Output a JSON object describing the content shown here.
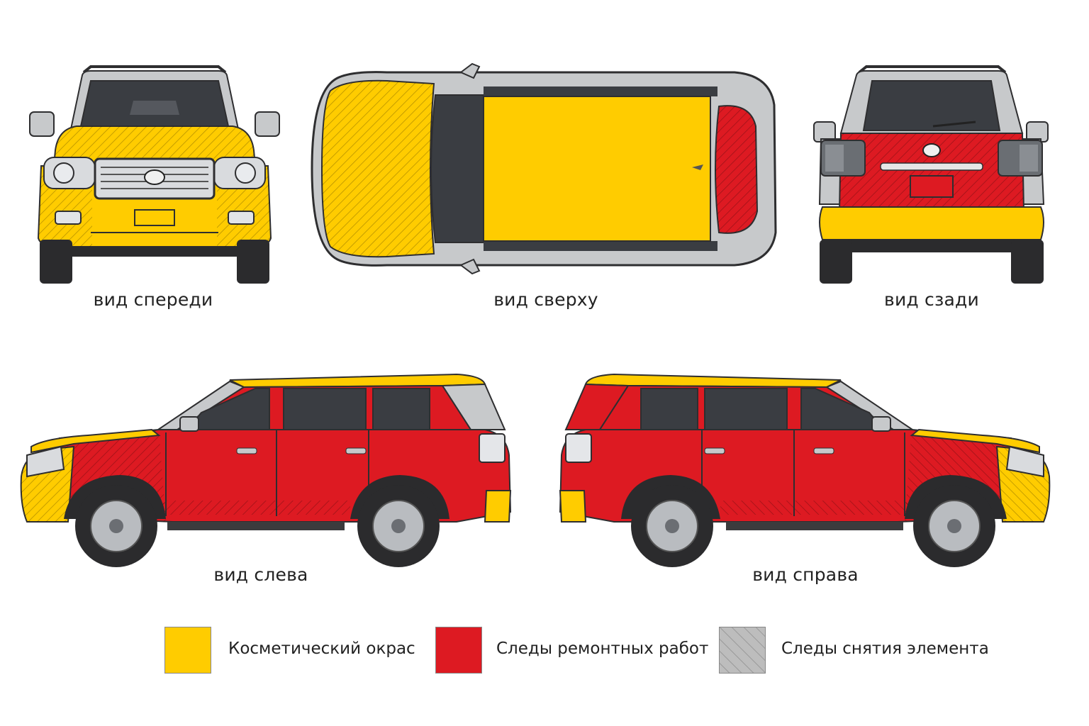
{
  "colors": {
    "cosmetic": "#FFCC00",
    "repair": "#DD1A22",
    "removed": "#BDBDBD",
    "body_silver": "#C7C9CB",
    "glass": "#3A3D42",
    "tire": "#2B2B2D",
    "outline": "#2E2E30"
  },
  "views": {
    "front": {
      "caption": "вид спереди"
    },
    "top": {
      "caption": "вид сверху"
    },
    "rear": {
      "caption": "вид сзади"
    },
    "left": {
      "caption": "вид слева"
    },
    "right": {
      "caption": "вид справа"
    }
  },
  "legend": [
    {
      "label": "Косметический окрас",
      "swatch": "cosmetic"
    },
    {
      "label": "Следы ремонтных работ",
      "swatch": "repair"
    },
    {
      "label": "Следы снятия элемента",
      "swatch": "removed"
    }
  ]
}
